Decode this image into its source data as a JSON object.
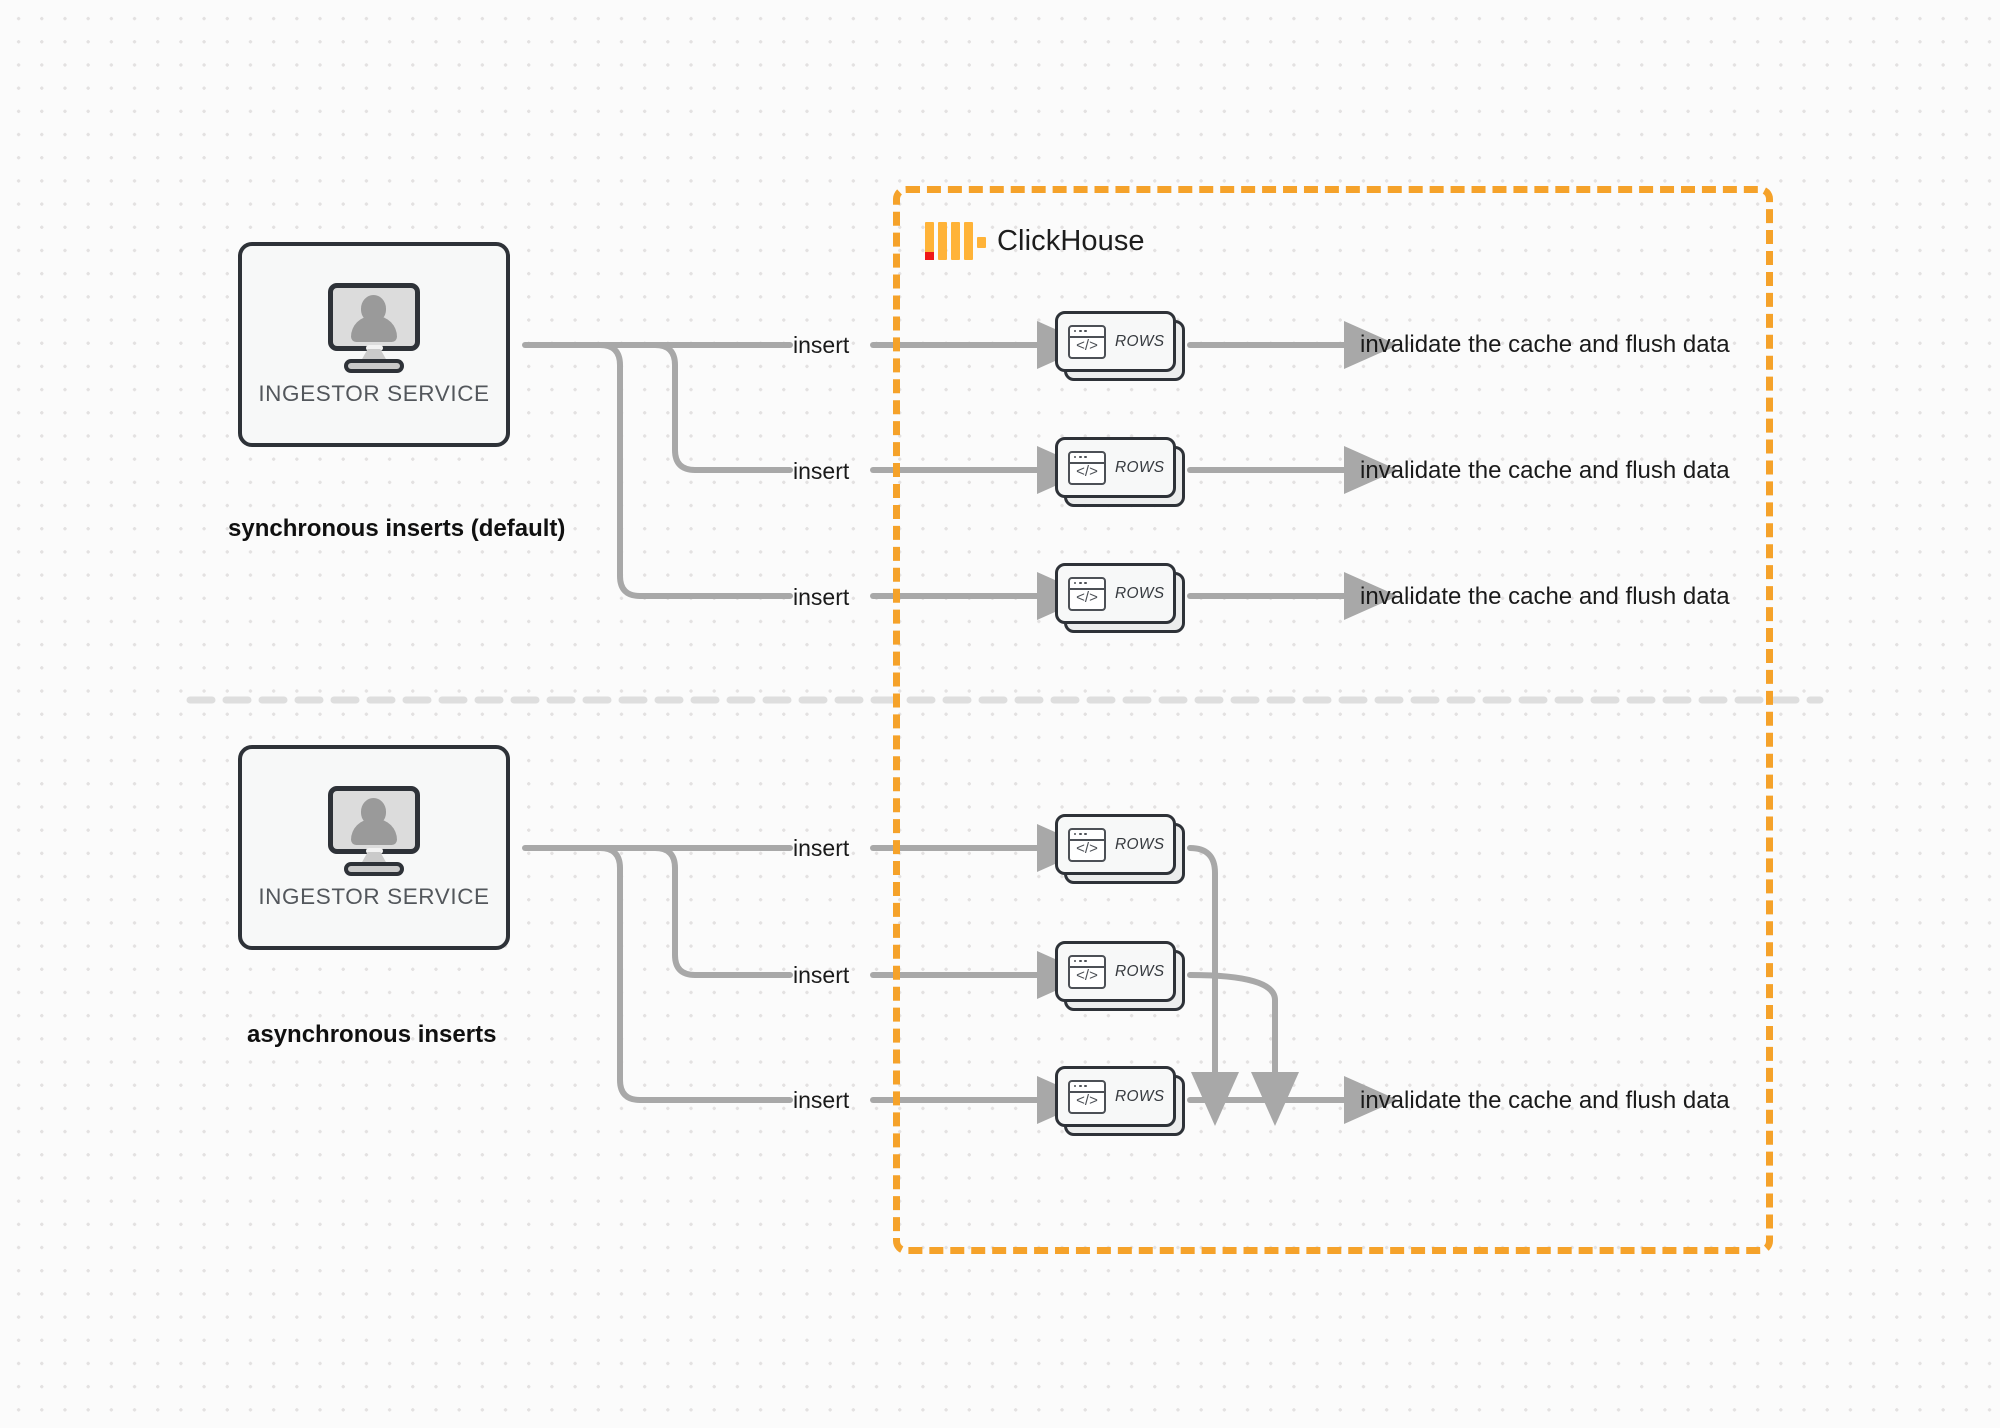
{
  "diagram": {
    "title": "ClickHouse synchronous vs asynchronous inserts",
    "colors": {
      "accent_orange": "#f5a22a",
      "logo_orange": "#ffb338",
      "logo_red": "#ef1717",
      "wire_gray": "#a8a8a8",
      "outline_dark": "#2e3238",
      "background": "#fbfbfb",
      "dot_grid": "#e3e1e1"
    }
  },
  "clickhouse": {
    "label": "ClickHouse",
    "logo_name": "clickhouse-logo"
  },
  "sections": [
    {
      "id": "sync",
      "caption": "synchronous inserts (default)",
      "service": {
        "label": "INGESTOR SERVICE",
        "icon": "monitor-user-icon"
      },
      "rows": [
        {
          "insert_label": "insert",
          "card_label": "ROWS",
          "result_label": "invalidate the cache and flush data"
        },
        {
          "insert_label": "insert",
          "card_label": "ROWS",
          "result_label": "invalidate the cache and flush data"
        },
        {
          "insert_label": "insert",
          "card_label": "ROWS",
          "result_label": "invalidate the cache and flush data"
        }
      ]
    },
    {
      "id": "async",
      "caption": "asynchronous inserts",
      "service": {
        "label": "INGESTOR SERVICE",
        "icon": "monitor-user-icon"
      },
      "rows": [
        {
          "insert_label": "insert",
          "card_label": "ROWS"
        },
        {
          "insert_label": "insert",
          "card_label": "ROWS"
        },
        {
          "insert_label": "insert",
          "card_label": "ROWS"
        }
      ],
      "merged_result_label": "invalidate the cache and flush data"
    }
  ]
}
